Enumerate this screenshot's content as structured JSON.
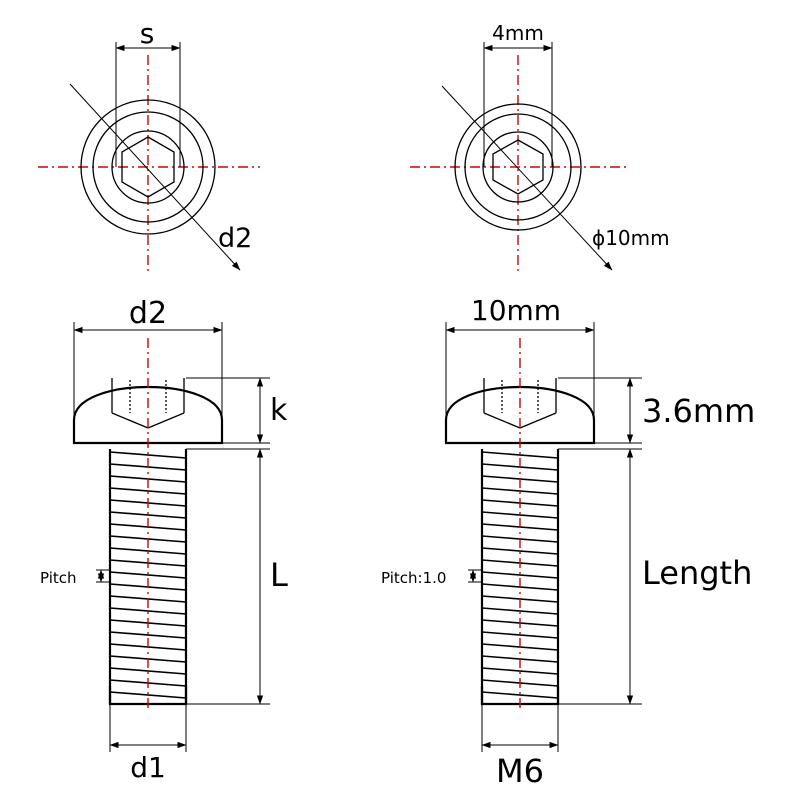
{
  "generic": {
    "top_width": "s",
    "top_diameter": "d2",
    "side_head_width": "d2",
    "head_height": "k",
    "pitch": "Pitch",
    "length": "L",
    "thread_diameter": "d1"
  },
  "spec": {
    "top_width": "4mm",
    "top_diameter": "ϕ10mm",
    "side_head_width": "10mm",
    "head_height": "3.6mm",
    "pitch": "Pitch:1.0",
    "length": "Length",
    "thread_diameter": "M6"
  }
}
